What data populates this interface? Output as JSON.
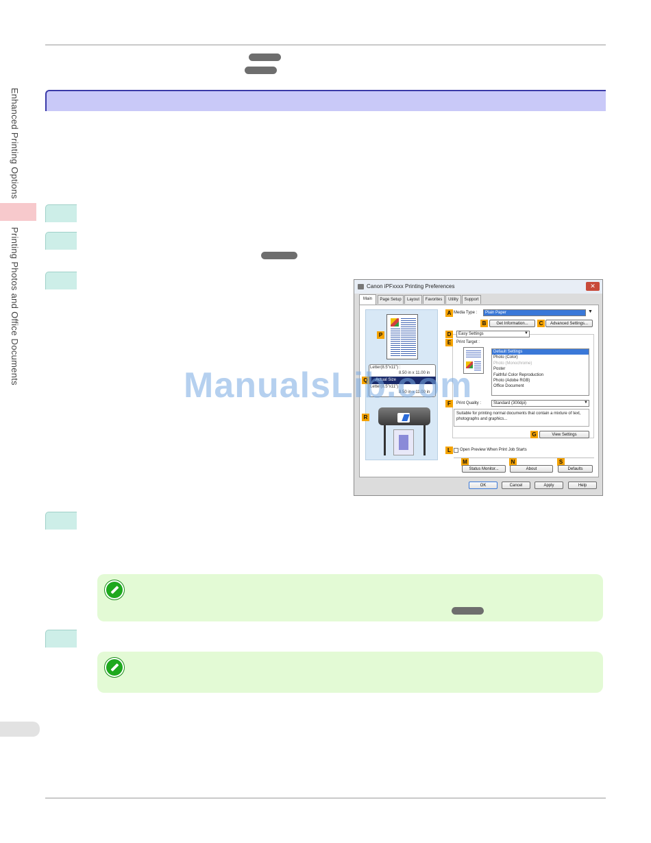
{
  "sidebar": {
    "chapter": "Enhanced Printing Options",
    "section": "Printing Photos and Office Documents"
  },
  "watermark": "ManualsLib.com",
  "dialog": {
    "title": "Canon iPFxxxx Printing Preferences",
    "close": "✕",
    "tabs": [
      "Main",
      "Page Setup",
      "Layout",
      "Favorites",
      "Utility",
      "Support"
    ],
    "preview": {
      "paper_label": "Letter(8.5\"x11\") :",
      "paper_size": "8.50 in x 11.00 in",
      "actual_label": "Actual Size",
      "paper2_label": "Letter(8.5\"x11\")",
      "paper2_size": "8.50 in x 11.00 in"
    },
    "labels": {
      "A": "A",
      "B": "B",
      "C": "C",
      "D": "D",
      "E": "E",
      "F": "F",
      "G": "G",
      "L": "L",
      "M": "M",
      "N": "N",
      "S": "S",
      "P": "P",
      "Q": "Q",
      "R": "R"
    },
    "media_type_label": "Media Type :",
    "media_type_value": "Plain Paper",
    "get_information": "Get Information...",
    "advanced_settings": "Advanced Settings...",
    "easy_settings": "Easy Settings",
    "print_target_label": "Print Target :",
    "print_targets": [
      "Default Settings",
      "Photo (Color)",
      "Photo (Monochrome)",
      "Poster",
      "Faithful Color Reproduction",
      "Photo (Adobe RGB)",
      "Office Document"
    ],
    "print_quality_label": "Print Quality :",
    "print_quality_value": "Standard (300dpi)",
    "description": "Suitable for printing normal documents that contain a mixture of text, photographs and graphics...",
    "view_settings": "View Settings",
    "open_preview": "Open Preview When Print Job Starts",
    "status_monitor": "Status Monitor...",
    "about": "About",
    "defaults": "Defaults",
    "ok": "OK",
    "cancel": "Cancel",
    "apply": "Apply",
    "help": "Help"
  }
}
